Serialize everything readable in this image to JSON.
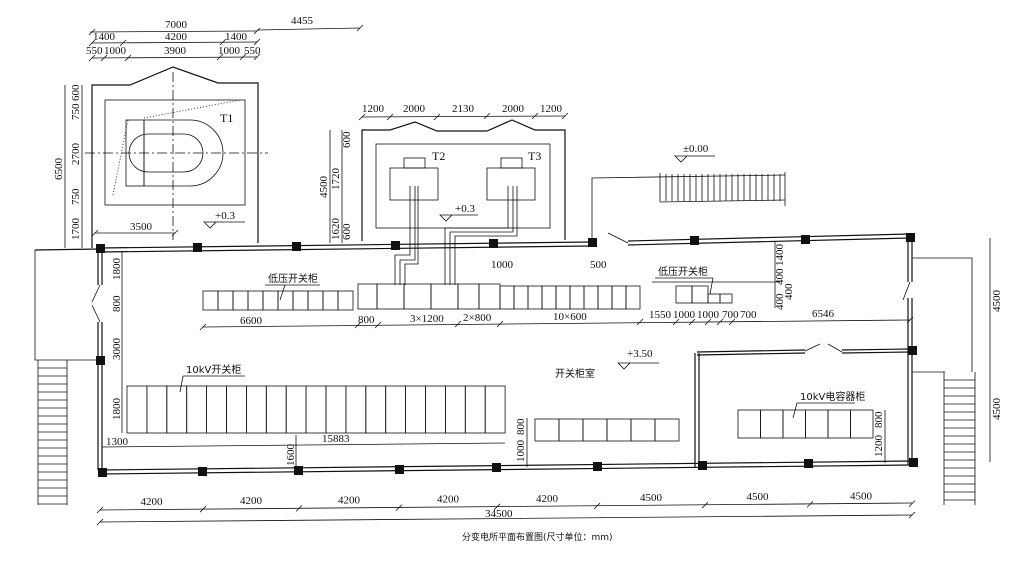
{
  "caption": "分变电所平面布置图(尺寸单位：mm)",
  "transformers": {
    "t1": "T1",
    "t2": "T2",
    "t3": "T3"
  },
  "elevations": {
    "t1_floor": "+0.3",
    "t23_floor": "+0.3",
    "outdoor": "±0.00",
    "switch_room": "+3.50"
  },
  "labels": {
    "lv_switchgear_left": "低压开关柜",
    "lv_switchgear_right": "低压开关柜",
    "hv_switchgear": "10kV开关柜",
    "switch_room": "开关柜室",
    "capacitor_cabinet": "10kV电容器柜"
  },
  "dims": {
    "top": {
      "overall": "7000",
      "offset": "4455",
      "a1": "1400",
      "a2": "4200",
      "a3": "1400",
      "b1": "550",
      "b2": "1000",
      "b3": "3900",
      "b4": "1000",
      "b5": "550"
    },
    "t1_left": {
      "overall": "6500",
      "c1": "600",
      "c2": "750",
      "c3": "2700",
      "c4": "750",
      "c5": "1700",
      "bottom": "3500"
    },
    "t23_top": [
      "1200",
      "2000",
      "2130",
      "2000",
      "1200"
    ],
    "t23_left": {
      "overall": "4500",
      "c1": "600",
      "c2": "1720",
      "c3": "1620",
      "c4": "600"
    },
    "columns": {
      "d1": "1000",
      "d2": "500"
    },
    "lv_right_vertical": [
      "1400",
      "400",
      "400",
      "400"
    ],
    "lv_row": [
      "6600",
      "800",
      "3×1200",
      "2×800",
      "10×600",
      "1550",
      "1000",
      "1000",
      "700",
      "700",
      "6546"
    ],
    "left_vertical": [
      "1800",
      "800",
      "3000",
      "1800"
    ],
    "hv_row": {
      "left": "1300",
      "length": "15883",
      "gap": "1600"
    },
    "mid_cabinet": {
      "a": "1000",
      "b": "800"
    },
    "capacitor": {
      "a": "1200",
      "b": "800"
    },
    "right_vertical": [
      "4500",
      "4500"
    ],
    "bottom_bays": [
      "4200",
      "4200",
      "4200",
      "4200",
      "4200",
      "4500",
      "4500",
      "4500"
    ],
    "bottom_total": "34500"
  }
}
